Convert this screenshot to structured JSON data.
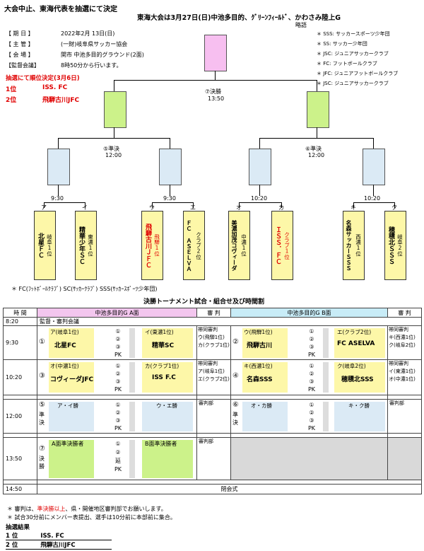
{
  "header": {
    "title": "大会中止、東海代表を抽選にて決定",
    "east_title": "東海大会は3月27日(日)中池多目的、ｸﾞﾘｰﾝﾌｨｰﾙﾄﾞ、かわさみ陸上G",
    "abbrev_label": "略語"
  },
  "info": [
    {
      "label": "【 期 日 】",
      "value": "2022年2月 13日(日)"
    },
    {
      "label": "【 主 管 】",
      "value": "(一財)岐阜県サッカー協会"
    },
    {
      "label": "【 会 場 】",
      "value": "関市 中池多目的グラウンド(2面)"
    },
    {
      "label": "【監督会議】",
      "value": "8時50分から行います。"
    }
  ],
  "lottery": {
    "heading": "抽選にて順位決定(3月6日)",
    "rows": [
      {
        "rank": "1位",
        "team": "ISS. FC"
      },
      {
        "rank": "2位",
        "team": "飛騨古川JFC"
      }
    ]
  },
  "legend": [
    "＊ SSS: サッカースポーツ少年団",
    "＊ SS: サッカー少年団",
    "＊ JSC: ジュニアサッカークラブ",
    "＊ FC: フットボールクラブ",
    "＊ JFC: ジュニアフットボールクラブ",
    "＊ JSC: ジュニアサッカークラブ"
  ],
  "bracket": {
    "final_label": "⑦決勝",
    "final_time": "13:50",
    "semi_left_label": "⑤準決",
    "semi_left_time": "12:00",
    "semi_right_label": "⑥準決",
    "semi_right_time": "12:00",
    "times": [
      "9:30",
      "9:30",
      "10:20",
      "10:20"
    ],
    "letters": [
      "ア",
      "イ",
      "ウ",
      "エ",
      "オ",
      "カ",
      "キ",
      "ク"
    ],
    "teams": [
      {
        "name": "北星ＦＣ",
        "sub": "岐阜1位",
        "red": false
      },
      {
        "name": "精華少年ＳＣ",
        "sub": "東濃1位",
        "red": false
      },
      {
        "name": "飛騨古川ＪＦＣ",
        "sub": "飛騨1位",
        "red": true
      },
      {
        "name": "ＦＣ ＡＳＥＬＶＡ",
        "sub": "クラブ2位",
        "red": false
      },
      {
        "name": "美濃加茂コヴィーダ",
        "sub": "中濃1位",
        "red": false
      },
      {
        "name": "ＩＳＳ．ＦＣ",
        "sub": "クラブ1位",
        "red": true
      },
      {
        "name": "名森サッカーＳＳＳ",
        "sub": "西濃1位",
        "red": false
      },
      {
        "name": "穂積北ＳＳＳ",
        "sub": "岐阜2位",
        "red": false
      }
    ]
  },
  "footnote_abbrev": "＊ FC(ﾌｯﾄﾎﾞｰﾙｸﾗﾌﾞ) SC(ｻｯｶｰｸﾗﾌﾞ) SSS(ｻｯｶｰｽﾎﾟｰﾂ少年団)",
  "schedule": {
    "title": "決勝トーナメント試合・組合せ及び時間割",
    "headers": {
      "time": "時 間",
      "field_a": "中池多目的G A面",
      "ref_a": "審 判",
      "field_b": "中池多目的G B面",
      "ref_b": "審 判"
    },
    "meeting": {
      "time": "8:20",
      "text": "監督・審判会議"
    },
    "rows": [
      {
        "time": "9:30",
        "a": {
          "num": "①",
          "home_tag": "ア(岐阜1位)",
          "home": "北星FC",
          "away_tag": "イ(東濃1位)",
          "away": "精華SC",
          "ref": [
            "帯同審判",
            "ウ(飛騨1位)",
            "カ(クラブ1位)"
          ]
        },
        "b": {
          "num": "②",
          "home_tag": "ウ(飛騨1位)",
          "home": "飛騨古川",
          "away_tag": "エ(クラブ2位)",
          "away": "FC ASELVA",
          "ref": [
            "帯同審判",
            "キ(西濃1位)",
            "ク(岐阜2位)"
          ]
        }
      },
      {
        "time": "10:20",
        "a": {
          "num": "③",
          "home_tag": "オ(中濃1位)",
          "home": "コヴィーダJFC",
          "away_tag": "カ(クラブ1位)",
          "away": "ISS F.C",
          "ref": [
            "帯同審判",
            "ア(岐阜1位)",
            "エ(クラブ2位)"
          ]
        },
        "b": {
          "num": "④",
          "home_tag": "キ(西濃1位)",
          "home": "名森SSS",
          "away_tag": "ク(岐阜2位)",
          "away": "穂積北SSS",
          "ref": [
            "帯同審判",
            "イ(東濃1位)",
            "オ(中濃1位)"
          ]
        }
      }
    ],
    "semis": {
      "time": "12:00",
      "a": {
        "num": "⑤",
        "label": "準決",
        "home": "ア・イ勝",
        "away": "ウ・エ勝",
        "ref": "審判部"
      },
      "b": {
        "num": "⑥",
        "label": "準決",
        "home": "オ・カ勝",
        "away": "キ・ク勝",
        "ref": "審判部"
      }
    },
    "final": {
      "time": "13:50",
      "num": "⑦",
      "label": "決勝",
      "home": "A面準決勝者",
      "away": "B面準決勝者",
      "ref": "審判部"
    },
    "closing": {
      "time": "14:50",
      "text": "閉会式"
    },
    "periods": [
      "①",
      "②",
      "③",
      "PK"
    ],
    "final_periods": [
      "①",
      "②",
      "延",
      "PK"
    ]
  },
  "notes": {
    "note1_pre": "＊ 審判は、",
    "note1_red": "準決勝以上",
    "note1_post": "、県・開催地区審判部でお願いします。",
    "note2": "＊ 試合30分前にメンバー表提出、選手は10分前に本部前に集合。",
    "result_heading": "抽選結果",
    "results": [
      {
        "rank": "1 位",
        "team": "ISS. FC"
      },
      {
        "rank": "2 位",
        "team": "飛騨古川JFC"
      }
    ]
  }
}
